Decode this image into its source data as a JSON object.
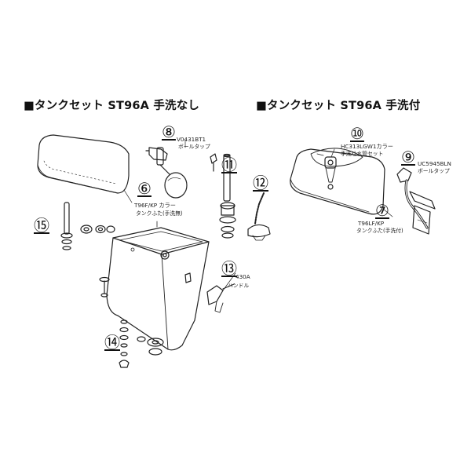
{
  "headings": {
    "left": "■タンクセット ST96A 手洗なし",
    "right": "■タンクセット ST96A 手洗付"
  },
  "left_diagram": {
    "callouts": {
      "p8": "⑧",
      "p6": "⑥",
      "p11": "⑪",
      "p12": "⑫",
      "p15": "⑮",
      "p13": "⑬",
      "p14": "⑭"
    },
    "labels": {
      "p8_code": "V0431BT1",
      "p8_name": "ボールタップ",
      "p6_code": "T96F/KP カラー",
      "p6_name": "タンクふた(手洗無)",
      "p13_code": "430A",
      "p13_name": "ハンドル"
    }
  },
  "right_diagram": {
    "callouts": {
      "p10": "⑩",
      "p9": "⑨",
      "p7": "⑦"
    },
    "labels": {
      "p10_code": "HC313LGW1カラー",
      "p10_name": "手洗吐水管セット",
      "p9_code": "UC5945BLN",
      "p9_name": "ボールタップ",
      "p7_code": "T96LF/KP",
      "p7_name": "タンクふた(手洗付)"
    }
  }
}
